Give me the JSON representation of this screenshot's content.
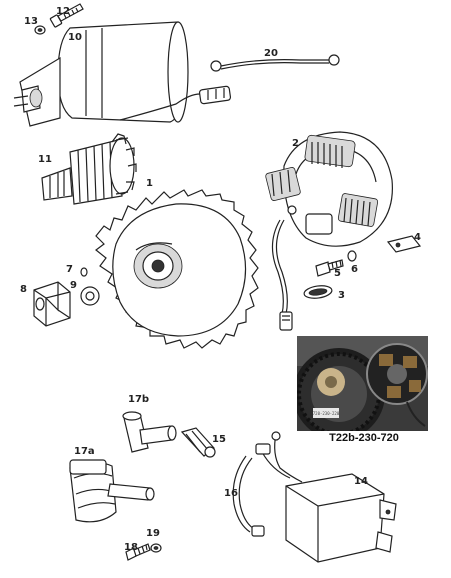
{
  "labels": {
    "p1": "1",
    "p2": "2",
    "p3": "3",
    "p4": "4",
    "p5": "5",
    "p6": "6",
    "p7": "7",
    "p8": "8",
    "p9": "9",
    "p10": "10",
    "p11": "11",
    "p12": "12",
    "p13": "13",
    "p14": "14",
    "p15": "15",
    "p16": "16",
    "p17a": "17a",
    "p17b": "17b",
    "p18": "18",
    "p19": "19",
    "p20": "20"
  },
  "photo": {
    "caption": "T22b-230-720",
    "sticker": "720-230-220"
  }
}
